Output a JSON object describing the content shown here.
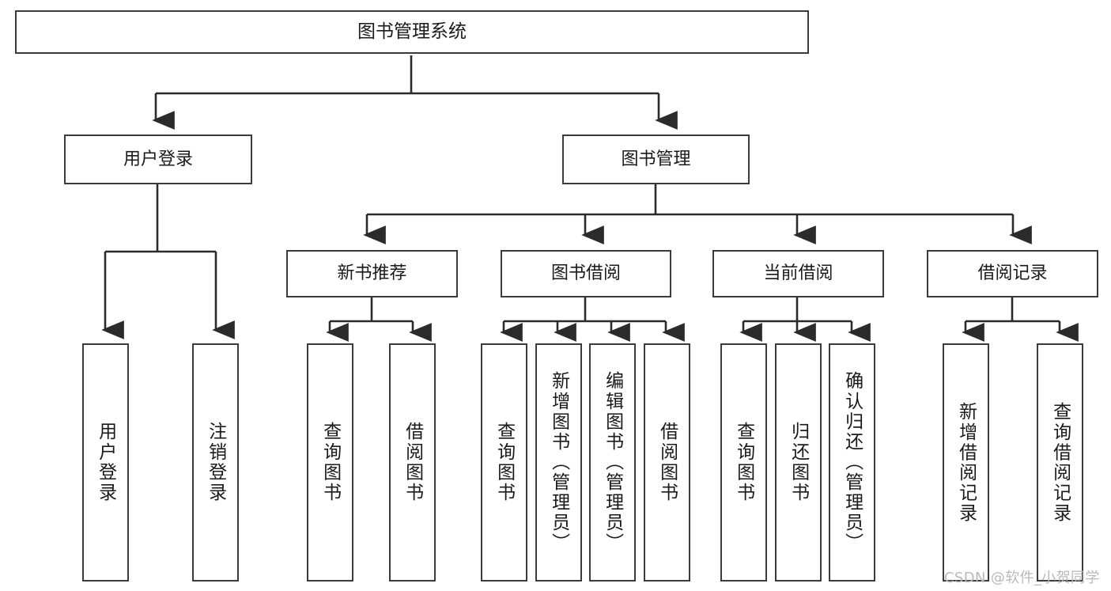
{
  "diagram": {
    "type": "tree-hierarchy-chart",
    "orientation": "top-down",
    "title": "图书管理系统",
    "nodes": {
      "root": {
        "label": "图书管理系统",
        "level": 0,
        "text_direction": "horizontal"
      },
      "l1": [
        {
          "id": "user-login",
          "label": "用户登录",
          "level": 1,
          "text_direction": "horizontal"
        },
        {
          "id": "book-management",
          "label": "图书管理",
          "level": 1,
          "text_direction": "horizontal"
        }
      ],
      "l2": [
        {
          "id": "new-book-recommend",
          "label": "新书推荐",
          "level": 2,
          "text_direction": "horizontal",
          "parent": "book-management"
        },
        {
          "id": "book-borrow",
          "label": "图书借阅",
          "level": 2,
          "text_direction": "horizontal",
          "parent": "book-management"
        },
        {
          "id": "current-borrow",
          "label": "当前借阅",
          "level": 2,
          "text_direction": "horizontal",
          "parent": "book-management"
        },
        {
          "id": "borrow-record",
          "label": "借阅记录",
          "level": 2,
          "text_direction": "horizontal",
          "parent": "book-management"
        }
      ],
      "leaves": [
        {
          "id": "leaf-user-login",
          "label": "用户登录",
          "parent": "user-login",
          "text_direction": "vertical"
        },
        {
          "id": "leaf-logout-login",
          "label": "注销登录",
          "parent": "user-login",
          "text_direction": "vertical"
        },
        {
          "id": "leaf-query-book-1",
          "label": "查询图书",
          "parent": "new-book-recommend",
          "text_direction": "vertical"
        },
        {
          "id": "leaf-borrow-book-1",
          "label": "借阅图书",
          "parent": "new-book-recommend",
          "text_direction": "vertical"
        },
        {
          "id": "leaf-query-book-2",
          "label": "查询图书",
          "parent": "book-borrow",
          "text_direction": "vertical"
        },
        {
          "id": "leaf-add-book",
          "label": "新增图书（管理员）",
          "parent": "book-borrow",
          "text_direction": "vertical"
        },
        {
          "id": "leaf-edit-book",
          "label": "编辑图书（管理员）",
          "parent": "book-borrow",
          "text_direction": "vertical"
        },
        {
          "id": "leaf-borrow-book-2",
          "label": "借阅图书",
          "parent": "book-borrow",
          "text_direction": "vertical"
        },
        {
          "id": "leaf-query-book-3",
          "label": "查询图书",
          "parent": "current-borrow",
          "text_direction": "vertical"
        },
        {
          "id": "leaf-return-book",
          "label": "归还图书",
          "parent": "current-borrow",
          "text_direction": "vertical"
        },
        {
          "id": "leaf-confirm-return",
          "label": "确认归还（管理员）",
          "parent": "current-borrow",
          "text_direction": "vertical"
        },
        {
          "id": "leaf-add-record",
          "label": "新增借阅记录",
          "parent": "borrow-record",
          "text_direction": "vertical"
        },
        {
          "id": "leaf-query-record",
          "label": "查询借阅记录",
          "parent": "borrow-record",
          "text_direction": "vertical"
        }
      ]
    },
    "colors": {
      "box_border": "#3b3b3b",
      "box_fill": "#ffffff",
      "connector": "#2b2b2b",
      "text": "#1a1a1a",
      "background": "#ffffff",
      "watermark": "#b9b9b9"
    }
  },
  "watermark": {
    "text": "CSDN @软件_小贺同学"
  }
}
